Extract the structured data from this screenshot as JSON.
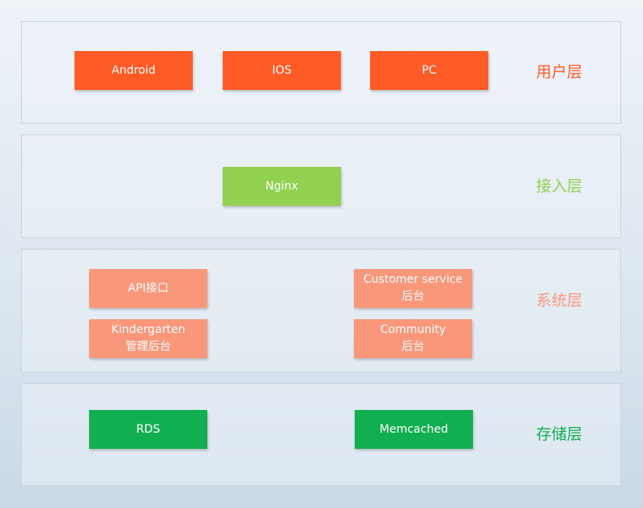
{
  "colors": {
    "user": "#ff5b27",
    "access": "#92d050",
    "system": "#f9977a",
    "storage": "#12af50"
  },
  "layers": {
    "user": {
      "label": "用户层",
      "boxes": {
        "android": "Android",
        "ios": "IOS",
        "pc": "PC"
      }
    },
    "access": {
      "label": "接入层",
      "boxes": {
        "nginx": "Nginx"
      }
    },
    "system": {
      "label": "系统层",
      "boxes": {
        "api": "API接口",
        "customer_service": [
          "Customer service",
          "后台"
        ],
        "kindergarten": [
          "Kindergarten",
          "管理后台"
        ],
        "community": [
          "Community",
          "后台"
        ]
      }
    },
    "storage": {
      "label": "存储层",
      "boxes": {
        "rds": "RDS",
        "memcached": "Memcached"
      }
    }
  }
}
